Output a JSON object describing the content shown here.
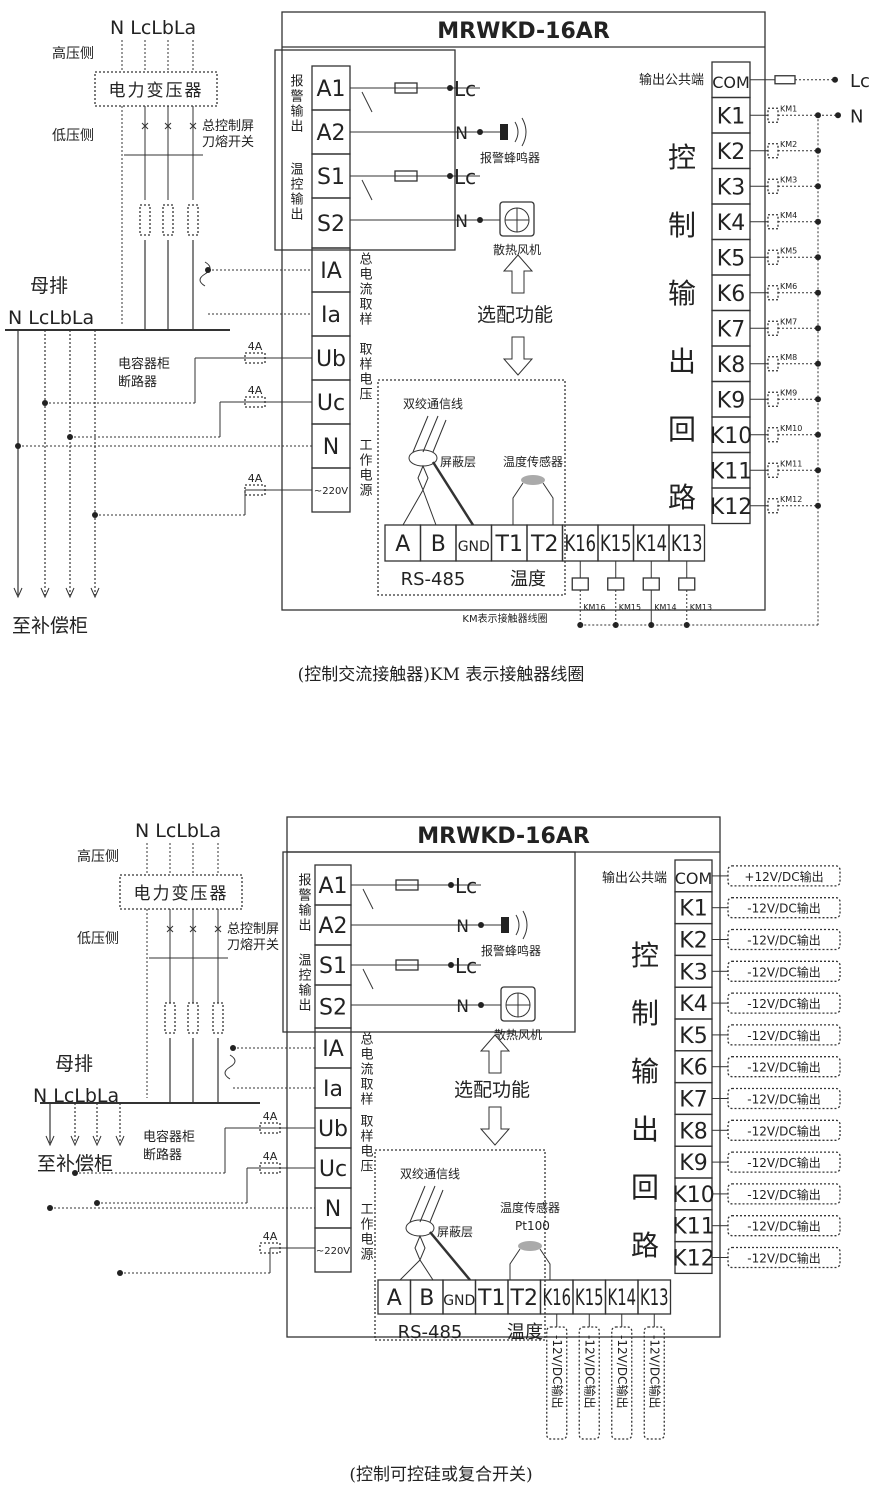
{
  "diagrams": [
    {
      "title": "MRWKD-16AR",
      "top_phase_label": "N LcLbLa",
      "high_side": "高压侧",
      "transformer": "电力变压器",
      "low_side": "低压侧",
      "main_switch": [
        "总控制屏",
        "刀熔开关"
      ],
      "busbar": "母排",
      "busbar_phases": "N LcLbLa",
      "capacitor_breaker": [
        "电容器柜",
        "断路器"
      ],
      "fuse_rating": "4A",
      "to_cabinet": "至补偿柜",
      "alarm_group": "报警输出",
      "temp_group": "温控输出",
      "terminals_left": [
        "A1",
        "A2",
        "S1",
        "S2",
        "IA",
        "Ia",
        "Ub",
        "Uc",
        "N",
        "~220V"
      ],
      "current_sampling": "总电流取样",
      "voltage_sampling": "取样电压",
      "power_supply": "工作电源",
      "lc": "Lc",
      "n": "N",
      "buzzer": "报警蜂鸣器",
      "fan": "散热风机",
      "optional": "选配功能",
      "twisted_pair": "双绞通信线",
      "shield": "屏蔽层",
      "temp_sensor": "温度传感器",
      "sensor_model": null,
      "bottom_terminals": [
        "A",
        "B",
        "GND",
        "T1",
        "T2",
        "K16",
        "K15",
        "K14",
        "K13"
      ],
      "rs485": "RS-485",
      "temperature": "温度",
      "output_common": "输出公共端",
      "right_terminals": [
        "COM",
        "K1",
        "K2",
        "K3",
        "K4",
        "K5",
        "K6",
        "K7",
        "K8",
        "K9",
        "K10",
        "K11",
        "K12"
      ],
      "control_loop": [
        "控",
        "制",
        "输",
        "出",
        "回",
        "路"
      ],
      "com_supply": [
        "Lc",
        "N"
      ],
      "right_loads": [
        "KM1",
        "KM2",
        "KM3",
        "KM4",
        "KM5",
        "KM6",
        "KM7",
        "KM8",
        "KM9",
        "KM10",
        "KM11",
        "KM12"
      ],
      "bottom_loads": [
        "KM16",
        "KM15",
        "KM14",
        "KM13"
      ],
      "km_note": "KM表示接触器线圈",
      "caption": "(控制交流接触器)KM 表示接触器线圈"
    },
    {
      "title": "MRWKD-16AR",
      "top_phase_label": "N LcLbLa",
      "high_side": "高压侧",
      "transformer": "电力变压器",
      "low_side": "低压侧",
      "main_switch": [
        "总控制屏",
        "刀熔开关"
      ],
      "busbar": "母排",
      "busbar_phases": "N LcLbLa",
      "capacitor_breaker": [
        "电容器柜",
        "断路器"
      ],
      "fuse_rating": "4A",
      "to_cabinet": "至补偿柜",
      "alarm_group": "报警输出",
      "temp_group": "温控输出",
      "terminals_left": [
        "A1",
        "A2",
        "S1",
        "S2",
        "IA",
        "Ia",
        "Ub",
        "Uc",
        "N",
        "~220V"
      ],
      "current_sampling": "总电流取样",
      "voltage_sampling": "取样电压",
      "power_supply": "工作电源",
      "lc": "Lc",
      "n": "N",
      "buzzer": "报警蜂鸣器",
      "fan": "散热风机",
      "optional": "选配功能",
      "twisted_pair": "双绞通信线",
      "shield": "屏蔽层",
      "temp_sensor": "温度传感器",
      "sensor_model": "Pt100",
      "bottom_terminals": [
        "A",
        "B",
        "GND",
        "T1",
        "T2",
        "K16",
        "K15",
        "K14",
        "K13"
      ],
      "rs485": "RS-485",
      "temperature": "温度",
      "output_common": "输出公共端",
      "right_terminals": [
        "COM",
        "K1",
        "K2",
        "K3",
        "K4",
        "K5",
        "K6",
        "K7",
        "K8",
        "K9",
        "K10",
        "K11",
        "K12"
      ],
      "control_loop": [
        "控",
        "制",
        "输",
        "出",
        "回",
        "路"
      ],
      "com_supply": null,
      "right_loads": [
        "+12V/DC输出",
        "-12V/DC输出",
        "-12V/DC输出",
        "-12V/DC输出",
        "-12V/DC输出",
        "-12V/DC输出",
        "-12V/DC输出",
        "-12V/DC输出",
        "-12V/DC输出",
        "-12V/DC输出",
        "-12V/DC输出",
        "-12V/DC输出",
        "-12V/DC输出"
      ],
      "bottom_loads": [
        "-12V/DC输出",
        "-12V/DC输出",
        "-12V/DC输出",
        "-12V/DC输出"
      ],
      "km_note": null,
      "caption": "(控制可控硅或复合开关)"
    }
  ]
}
